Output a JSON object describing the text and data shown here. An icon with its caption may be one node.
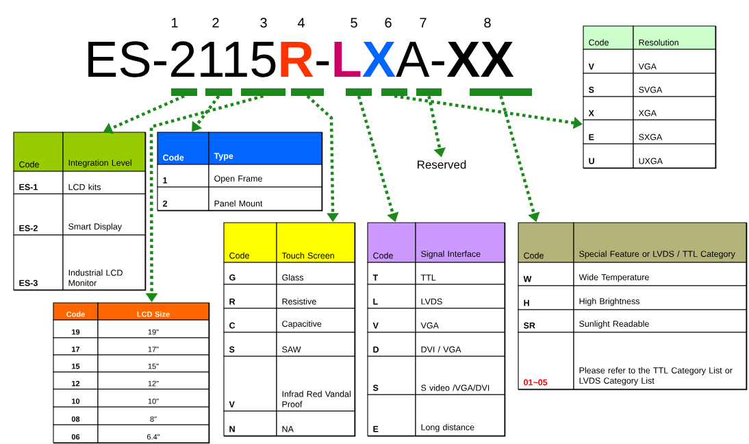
{
  "diagram": {
    "nodes": [
      {
        "text": [],
        "shape": "bar"
      },
      {
        "text": [],
        "shape": "bar"
      },
      {
        "text": [],
        "shape": "bar"
      },
      {
        "text": [],
        "shape": "bar"
      },
      {
        "text": [],
        "shape": "bar"
      },
      {
        "text": [],
        "shape": "bar"
      },
      {
        "text": [],
        "shape": "bar"
      },
      {
        "text": [],
        "shape": "bar"
      },
      {
        "text": [
          "Code",
          "Integration Level",
          "ES-1",
          "LCD kits",
          "ES-2",
          "Smart Display",
          "ES-3",
          "Industrial LCD Monitor"
        ]
      },
      {
        "text": [
          "Code",
          "Type",
          "1",
          "Open Frame",
          "2",
          "Panel Mount"
        ]
      },
      {
        "text": [
          "Reserved"
        ]
      },
      {
        "text": [
          "Code",
          "Resolution",
          "V",
          "VGA",
          "S",
          "SVGA",
          "X",
          "XGA",
          "E",
          "SXGA",
          "U",
          "UXGA"
        ]
      },
      {
        "text": [
          "Code",
          "LCD Size",
          "19",
          "19\"",
          "17",
          "17\"",
          "15",
          "15\"",
          "12",
          "12\"",
          "10",
          "10\"",
          "08",
          "8\"",
          "06",
          "6.4\""
        ]
      },
      {
        "text": [
          "Code",
          "Touch Screen",
          "G",
          "Glass",
          "R",
          "Resistive",
          "C",
          "Capacitive",
          "S",
          "SAW",
          "V",
          "Infrad Red Vandal Proof",
          "N",
          "NA"
        ]
      },
      {
        "text": [
          "Code",
          "Signal Interface",
          "T",
          "TTL",
          "L",
          "LVDS",
          "V",
          "VGA",
          "D",
          "DVI / VGA",
          "S",
          "S video /VGA/DVI",
          "E",
          "Long distance"
        ]
      },
      {
        "text": [
          "Code",
          "Special Feature or LVDS / TTL Category",
          "W",
          "Wide Temperature",
          "H",
          "High Brightness",
          "SR",
          "Sunlight Readable",
          "01~05",
          "Please refer to the TTL Category List or LVDS Category List"
        ]
      }
    ],
    "edges": [
      {
        "from": 0,
        "to": 8,
        "arrow": "to"
      },
      {
        "from": 1,
        "to": 9,
        "arrow": "to"
      },
      {
        "from": 2,
        "to": 12,
        "arrow": "to"
      },
      {
        "from": 3,
        "to": 13,
        "arrow": "to"
      },
      {
        "from": 4,
        "to": 14,
        "arrow": "to"
      },
      {
        "from": 5,
        "to": 11,
        "arrow": "to"
      },
      {
        "from": 6,
        "to": 10,
        "arrow": "to"
      },
      {
        "from": 7,
        "to": 15,
        "arrow": "to"
      }
    ],
    "labels": [
      "1",
      "2",
      "3",
      "4",
      "5",
      "6",
      "7",
      "8",
      "ES-2115",
      "R",
      "-",
      "L",
      "X",
      "A-",
      "XX"
    ]
  }
}
